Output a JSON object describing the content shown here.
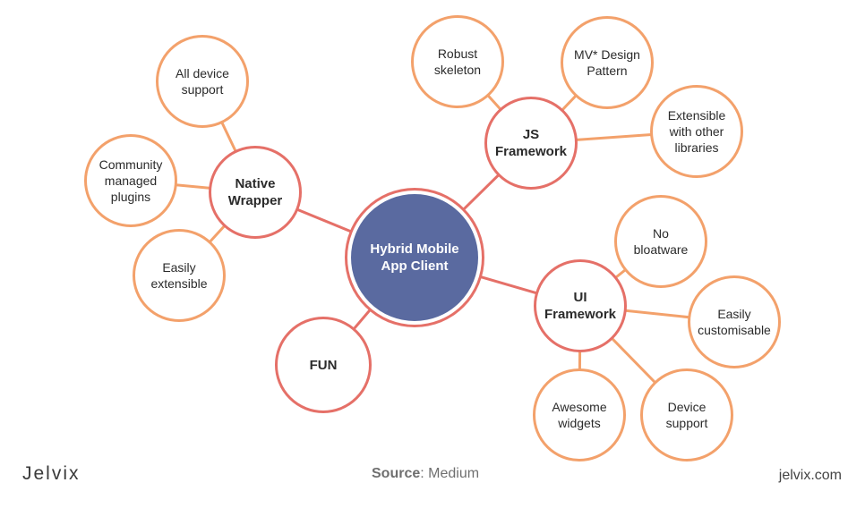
{
  "diagram": {
    "center": {
      "label": "Hybrid Mobile\nApp Client",
      "fill": "#5a6aa0"
    },
    "branches": [
      {
        "id": "native",
        "label": "Native\nWrapper",
        "children": [
          "All device\nsupport",
          "Community\nmanaged\nplugins",
          "Easily\nextensible"
        ]
      },
      {
        "id": "js",
        "label": "JS\nFramework",
        "children": [
          "Robust\nskeleton",
          "MV* Design\nPattern",
          "Extensible\nwith other\nlibraries"
        ]
      },
      {
        "id": "ui",
        "label": "UI\nFramework",
        "children": [
          "No\nbloatware",
          "Easily\ncustomisable",
          "Device\nsupport",
          "Awesome\nwidgets"
        ]
      },
      {
        "id": "fun",
        "label": "FUN",
        "children": []
      }
    ],
    "colors": {
      "branch_border": "#e57068",
      "leaf_border": "#f3a16b",
      "connector": "#e57068"
    }
  },
  "footer": {
    "brand": "Jelvix",
    "source_key": "Source",
    "source_value": ": Medium",
    "website": "jelvix.com"
  }
}
